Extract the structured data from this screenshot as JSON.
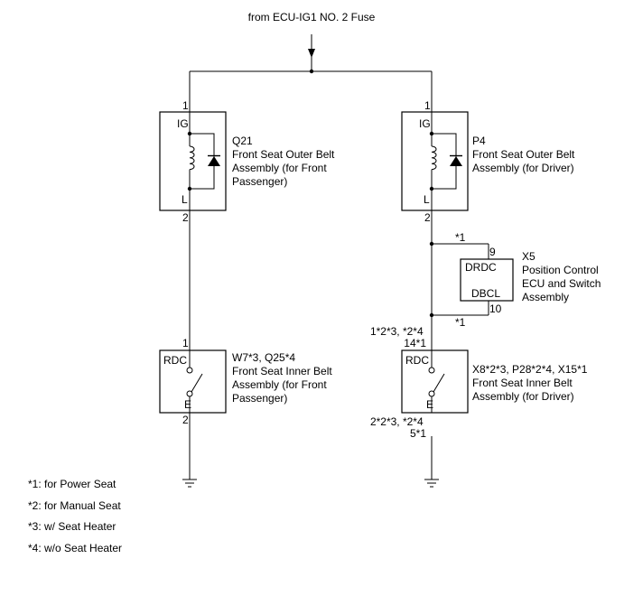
{
  "source_label": "from ECU-IG1 NO. 2 Fuse",
  "left_belt": {
    "pin_top": "1",
    "pin_bottom": "2",
    "terminal_ig": "IG",
    "terminal_l": "L",
    "label_lines": [
      "Q21",
      "Front Seat Outer Belt",
      "Assembly (for Front",
      "Passenger)"
    ]
  },
  "right_belt": {
    "pin_top": "1",
    "pin_bottom": "2",
    "terminal_ig": "IG",
    "terminal_l": "L",
    "label_lines": [
      "P4",
      "Front Seat Outer Belt",
      "Assembly (for Driver)"
    ]
  },
  "ecu": {
    "note_top": "*1",
    "note_bottom": "*1",
    "pin_top": "9",
    "pin_bottom": "10",
    "terminal_top": "DRDC",
    "terminal_bottom": "DBCL",
    "label_lines": [
      "X5",
      "Position Control",
      "ECU and Switch",
      "Assembly"
    ]
  },
  "left_inner": {
    "pin_top": "1",
    "pin_bottom": "2",
    "terminal_top": "RDC",
    "terminal_bottom": "E",
    "label_lines": [
      "W7*3, Q25*4",
      "Front Seat Inner Belt",
      "Assembly (for Front",
      "Passenger)"
    ]
  },
  "right_inner": {
    "pin_top_lines": [
      "1*2*3, *2*4",
      "14*1"
    ],
    "pin_bottom_lines": [
      "2*2*3, *2*4",
      "5*1"
    ],
    "terminal_top": "RDC",
    "terminal_bottom": "E",
    "label_lines": [
      "X8*2*3, P28*2*4, X15*1",
      "Front Seat Inner Belt",
      "Assembly (for Driver)"
    ]
  },
  "legend": [
    "*1: for Power Seat",
    "*2: for Manual Seat",
    "*3: w/ Seat Heater",
    "*4: w/o Seat Heater"
  ]
}
